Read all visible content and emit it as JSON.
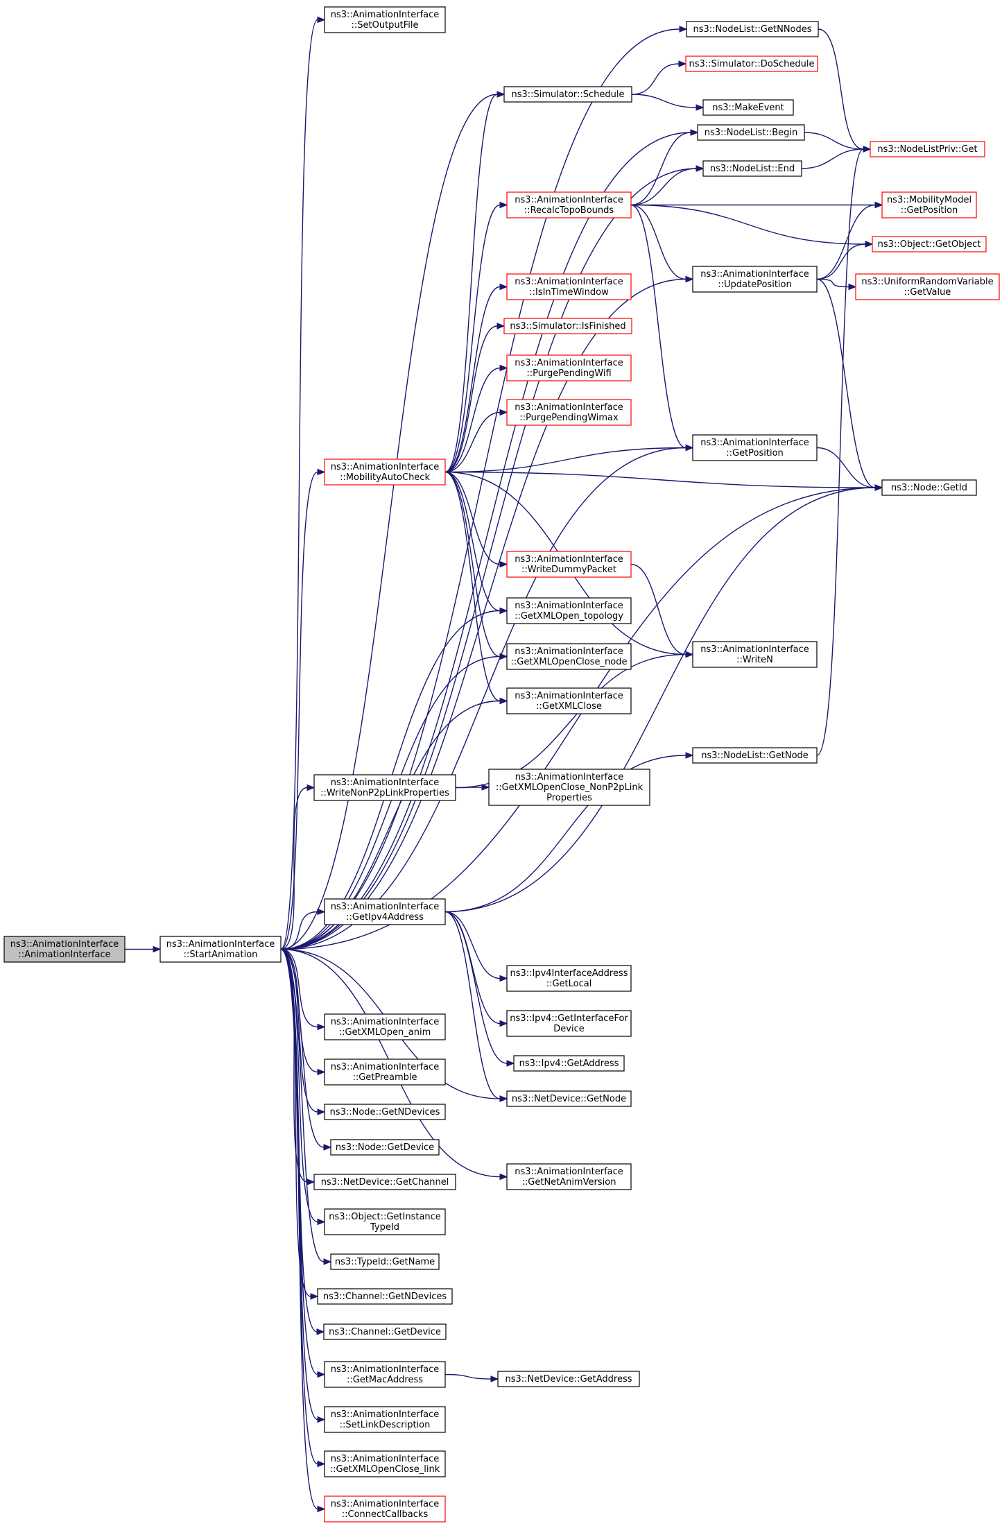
{
  "nodes": [
    {
      "id": "ctor",
      "lines": [
        "ns3::AnimationInterface",
        "::AnimationInterface"
      ],
      "style": "gray"
    },
    {
      "id": "start",
      "lines": [
        "ns3::AnimationInterface",
        "::StartAnimation"
      ],
      "style": "black"
    },
    {
      "id": "setout",
      "lines": [
        "ns3::AnimationInterface",
        "::SetOutputFile"
      ],
      "style": "black"
    },
    {
      "id": "getnnodes",
      "lines": [
        "ns3::NodeList::GetNNodes"
      ],
      "style": "black"
    },
    {
      "id": "doschedule",
      "lines": [
        "ns3::Simulator::DoSchedule"
      ],
      "style": "red"
    },
    {
      "id": "schedule",
      "lines": [
        "ns3::Simulator::Schedule"
      ],
      "style": "black"
    },
    {
      "id": "makeevent",
      "lines": [
        "ns3::MakeEvent"
      ],
      "style": "black"
    },
    {
      "id": "begin",
      "lines": [
        "ns3::NodeList::Begin"
      ],
      "style": "black"
    },
    {
      "id": "nlpget",
      "lines": [
        "ns3::NodeListPriv::Get"
      ],
      "style": "red"
    },
    {
      "id": "end",
      "lines": [
        "ns3::NodeList::End"
      ],
      "style": "black"
    },
    {
      "id": "recalc",
      "lines": [
        "ns3::AnimationInterface",
        "::RecalcTopoBounds"
      ],
      "style": "red"
    },
    {
      "id": "mmgetpos",
      "lines": [
        "ns3::MobilityModel",
        "::GetPosition"
      ],
      "style": "red"
    },
    {
      "id": "getobject",
      "lines": [
        "ns3::Object::GetObject"
      ],
      "style": "red"
    },
    {
      "id": "updatepos",
      "lines": [
        "ns3::AnimationInterface",
        "::UpdatePosition"
      ],
      "style": "black"
    },
    {
      "id": "urv",
      "lines": [
        "ns3::UniformRandomVariable",
        "::GetValue"
      ],
      "style": "red"
    },
    {
      "id": "isintime",
      "lines": [
        "ns3::AnimationInterface",
        "::IsInTimeWindow"
      ],
      "style": "red"
    },
    {
      "id": "isfinished",
      "lines": [
        "ns3::Simulator::IsFinished"
      ],
      "style": "red"
    },
    {
      "id": "purgewifi",
      "lines": [
        "ns3::AnimationInterface",
        "::PurgePendingWifi"
      ],
      "style": "red"
    },
    {
      "id": "purgewimax",
      "lines": [
        "ns3::AnimationInterface",
        "::PurgePendingWimax"
      ],
      "style": "red"
    },
    {
      "id": "aigetpos",
      "lines": [
        "ns3::AnimationInterface",
        "::GetPosition"
      ],
      "style": "black"
    },
    {
      "id": "mobility",
      "lines": [
        "ns3::AnimationInterface",
        "::MobilityAutoCheck"
      ],
      "style": "red"
    },
    {
      "id": "nodegetid",
      "lines": [
        "ns3::Node::GetId"
      ],
      "style": "black"
    },
    {
      "id": "writedummy",
      "lines": [
        "ns3::AnimationInterface",
        "::WriteDummyPacket"
      ],
      "style": "red"
    },
    {
      "id": "xmltopo",
      "lines": [
        "ns3::AnimationInterface",
        "::GetXMLOpen_topology"
      ],
      "style": "black"
    },
    {
      "id": "writen",
      "lines": [
        "ns3::AnimationInterface",
        "::WriteN"
      ],
      "style": "black"
    },
    {
      "id": "xmlnode",
      "lines": [
        "ns3::AnimationInterface",
        "::GetXMLOpenClose_node"
      ],
      "style": "black"
    },
    {
      "id": "xmlclose",
      "lines": [
        "ns3::AnimationInterface",
        "::GetXMLClose"
      ],
      "style": "black"
    },
    {
      "id": "nlgetnode",
      "lines": [
        "ns3::NodeList::GetNode"
      ],
      "style": "black"
    },
    {
      "id": "writenonp2p",
      "lines": [
        "ns3::AnimationInterface",
        "::WriteNonP2pLinkProperties"
      ],
      "style": "black"
    },
    {
      "id": "xmlnonp2p",
      "lines": [
        "ns3::AnimationInterface",
        "::GetXMLOpenClose_NonP2pLink",
        "Properties"
      ],
      "style": "black"
    },
    {
      "id": "getipv4",
      "lines": [
        "ns3::AnimationInterface",
        "::GetIpv4Address"
      ],
      "style": "black"
    },
    {
      "id": "ipv4local",
      "lines": [
        "ns3::Ipv4InterfaceAddress",
        "::GetLocal"
      ],
      "style": "black"
    },
    {
      "id": "ipv4iffor",
      "lines": [
        "ns3::Ipv4::GetInterfaceFor",
        "Device"
      ],
      "style": "black"
    },
    {
      "id": "xmlanim",
      "lines": [
        "ns3::AnimationInterface",
        "::GetXMLOpen_anim"
      ],
      "style": "black"
    },
    {
      "id": "ipv4getaddr",
      "lines": [
        "ns3::Ipv4::GetAddress"
      ],
      "style": "black"
    },
    {
      "id": "preamble",
      "lines": [
        "ns3::AnimationInterface",
        "::GetPreamble"
      ],
      "style": "black"
    },
    {
      "id": "ndgetnode",
      "lines": [
        "ns3::NetDevice::GetNode"
      ],
      "style": "black"
    },
    {
      "id": "getndevices",
      "lines": [
        "ns3::Node::GetNDevices"
      ],
      "style": "black"
    },
    {
      "id": "getdevice",
      "lines": [
        "ns3::Node::GetDevice"
      ],
      "style": "black"
    },
    {
      "id": "netanimver",
      "lines": [
        "ns3::AnimationInterface",
        "::GetNetAnimVersion"
      ],
      "style": "black"
    },
    {
      "id": "getchannel",
      "lines": [
        "ns3::NetDevice::GetChannel"
      ],
      "style": "black"
    },
    {
      "id": "instancetype",
      "lines": [
        "ns3::Object::GetInstance",
        "TypeId"
      ],
      "style": "black"
    },
    {
      "id": "getname",
      "lines": [
        "ns3::TypeId::GetName"
      ],
      "style": "black"
    },
    {
      "id": "chgetndev",
      "lines": [
        "ns3::Channel::GetNDevices"
      ],
      "style": "black"
    },
    {
      "id": "chgetdev",
      "lines": [
        "ns3::Channel::GetDevice"
      ],
      "style": "black"
    },
    {
      "id": "getmac",
      "lines": [
        "ns3::AnimationInterface",
        "::GetMacAddress"
      ],
      "style": "black"
    },
    {
      "id": "ndgetaddr",
      "lines": [
        "ns3::NetDevice::GetAddress"
      ],
      "style": "black"
    },
    {
      "id": "setlink",
      "lines": [
        "ns3::AnimationInterface",
        "::SetLinkDescription"
      ],
      "style": "black"
    },
    {
      "id": "xmllink",
      "lines": [
        "ns3::AnimationInterface",
        "::GetXMLOpenClose_link"
      ],
      "style": "black"
    },
    {
      "id": "connect",
      "lines": [
        "ns3::AnimationInterface",
        "::ConnectCallbacks"
      ],
      "style": "red"
    }
  ],
  "edges": [
    [
      "ctor",
      "start"
    ],
    [
      "start",
      "setout"
    ],
    [
      "start",
      "getnnodes"
    ],
    [
      "start",
      "schedule"
    ],
    [
      "start",
      "begin"
    ],
    [
      "start",
      "end"
    ],
    [
      "start",
      "updatepos"
    ],
    [
      "start",
      "mobility"
    ],
    [
      "start",
      "xmltopo"
    ],
    [
      "start",
      "xmlnode"
    ],
    [
      "start",
      "xmlclose"
    ],
    [
      "start",
      "writenonp2p"
    ],
    [
      "start",
      "aigetpos"
    ],
    [
      "start",
      "getipv4"
    ],
    [
      "start",
      "nodegetid"
    ],
    [
      "start",
      "ndgetnode"
    ],
    [
      "start",
      "netanimver"
    ],
    [
      "start",
      "xmlanim"
    ],
    [
      "start",
      "preamble"
    ],
    [
      "start",
      "getndevices"
    ],
    [
      "start",
      "getdevice"
    ],
    [
      "start",
      "getchannel"
    ],
    [
      "start",
      "instancetype"
    ],
    [
      "start",
      "getname"
    ],
    [
      "start",
      "chgetndev"
    ],
    [
      "start",
      "chgetdev"
    ],
    [
      "start",
      "getmac"
    ],
    [
      "start",
      "setlink"
    ],
    [
      "start",
      "xmllink"
    ],
    [
      "start",
      "connect"
    ],
    [
      "getnnodes",
      "nlpget"
    ],
    [
      "schedule",
      "doschedule"
    ],
    [
      "schedule",
      "makeevent"
    ],
    [
      "begin",
      "nlpget"
    ],
    [
      "end",
      "nlpget"
    ],
    [
      "recalc",
      "begin"
    ],
    [
      "recalc",
      "end"
    ],
    [
      "recalc",
      "mmgetpos"
    ],
    [
      "recalc",
      "getobject"
    ],
    [
      "recalc",
      "updatepos"
    ],
    [
      "recalc",
      "aigetpos"
    ],
    [
      "updatepos",
      "mmgetpos"
    ],
    [
      "updatepos",
      "getobject"
    ],
    [
      "updatepos",
      "urv"
    ],
    [
      "updatepos",
      "nodegetid"
    ],
    [
      "mobility",
      "schedule"
    ],
    [
      "mobility",
      "recalc"
    ],
    [
      "mobility",
      "isintime"
    ],
    [
      "mobility",
      "isfinished"
    ],
    [
      "mobility",
      "purgewifi"
    ],
    [
      "mobility",
      "purgewimax"
    ],
    [
      "mobility",
      "aigetpos"
    ],
    [
      "mobility",
      "nodegetid"
    ],
    [
      "mobility",
      "writedummy"
    ],
    [
      "mobility",
      "xmltopo"
    ],
    [
      "mobility",
      "writen"
    ],
    [
      "mobility",
      "xmlnode"
    ],
    [
      "mobility",
      "xmlclose"
    ],
    [
      "aigetpos",
      "nodegetid"
    ],
    [
      "writedummy",
      "writen"
    ],
    [
      "nlgetnode",
      "nlpget"
    ],
    [
      "writenonp2p",
      "writen"
    ],
    [
      "writenonp2p",
      "xmlnonp2p"
    ],
    [
      "getipv4",
      "nlgetnode"
    ],
    [
      "getipv4",
      "nodegetid"
    ],
    [
      "getipv4",
      "ipv4local"
    ],
    [
      "getipv4",
      "ipv4iffor"
    ],
    [
      "getipv4",
      "ipv4getaddr"
    ],
    [
      "getipv4",
      "ndgetnode"
    ],
    [
      "getmac",
      "ndgetaddr"
    ]
  ]
}
